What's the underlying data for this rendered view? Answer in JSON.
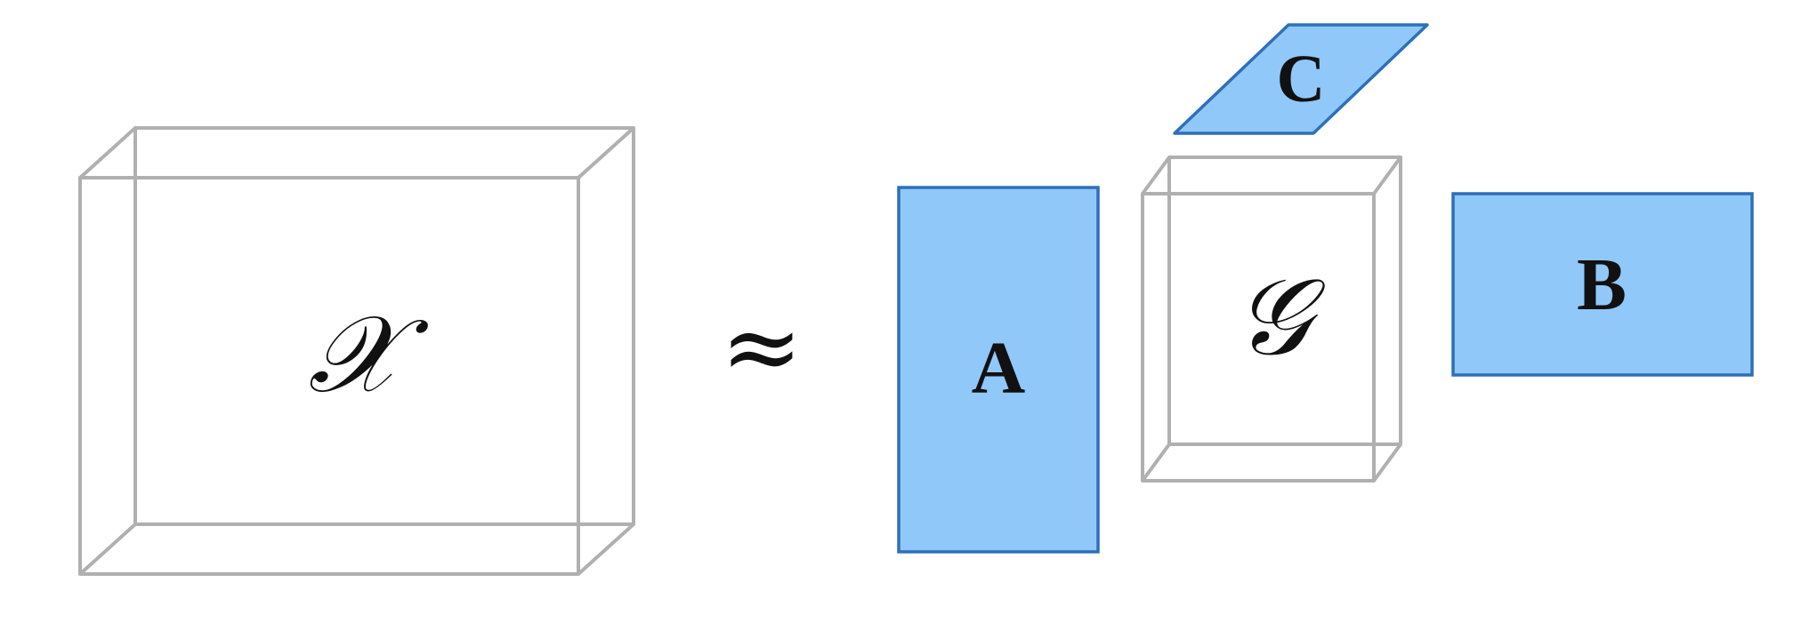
{
  "diagram": {
    "tensor_x": {
      "label": "𝒳"
    },
    "approx": {
      "symbol": "≈"
    },
    "factor_a": {
      "label": "A"
    },
    "core_g": {
      "label": "𝒢"
    },
    "factor_c": {
      "label": "C"
    },
    "factor_b": {
      "label": "B"
    }
  },
  "colors": {
    "factor_fill": "#90c8fa",
    "factor_stroke": "#2e6fba",
    "cube_stroke": "#b0b0b0",
    "text": "#111111"
  }
}
